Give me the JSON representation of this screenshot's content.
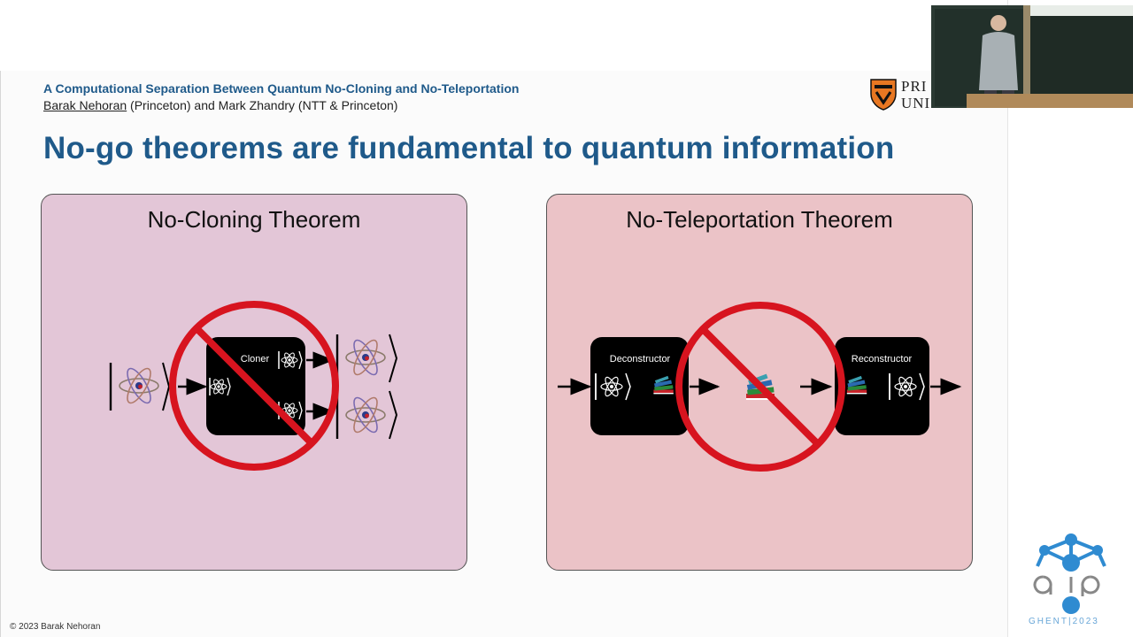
{
  "talk": {
    "title": "A Computational Separation Between Quantum No-Cloning and No-Teleportation",
    "author1": "Barak Nehoran",
    "author1_affil": " (Princeton) and Mark Zhandry (NTT & Princeton)"
  },
  "slide": {
    "heading": "No-go theorems are fundamental to quantum information",
    "copyright": "© 2023 Barak Nehoran"
  },
  "panels": {
    "cloning": {
      "title": "No-Cloning Theorem",
      "box_label": "Cloner",
      "background": "#e3c6d7"
    },
    "teleport": {
      "title": "No-Teleportation Theorem",
      "box1_label": "Deconstructor",
      "box2_label": "Reconstructor",
      "background": "#ebc3c7"
    }
  },
  "logo": {
    "princeton_text_line1": "PRI",
    "princeton_text_line2": "UNI"
  },
  "conference": {
    "tag": "GHENT|2023",
    "color": "#6aa7d8"
  },
  "colors": {
    "heading": "#1f5a8a",
    "prohibition": "#d7141f"
  }
}
